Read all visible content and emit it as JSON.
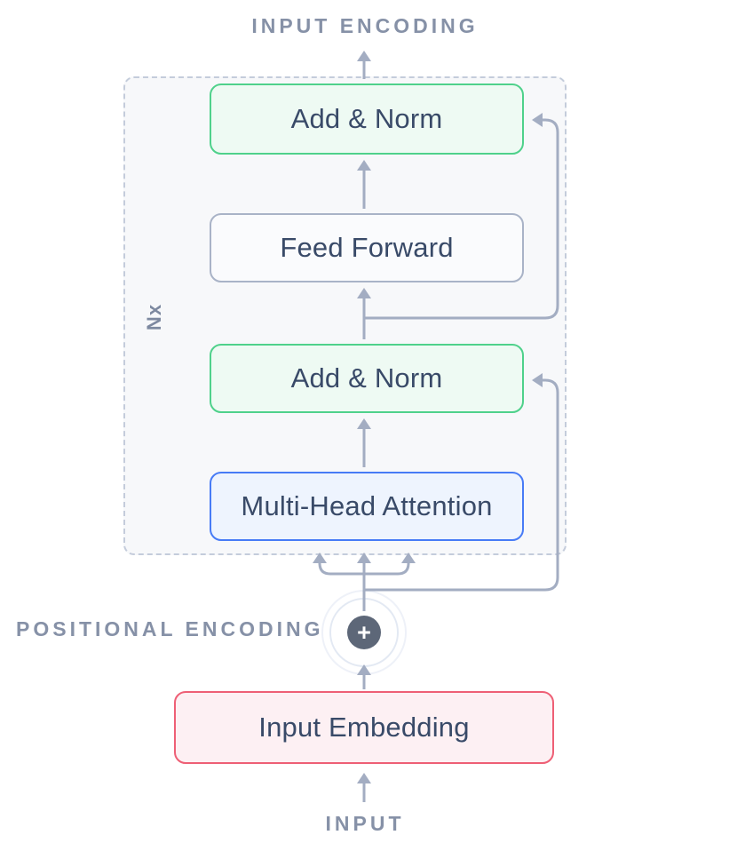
{
  "diagram": {
    "top_label": "INPUT ENCODING",
    "bottom_label": "INPUT",
    "positional_label": "POSITIONAL ENCODING",
    "repeat_label": "Nx",
    "plus_symbol": "+",
    "blocks": {
      "add_norm_top": "Add & Norm",
      "feed_forward": "Feed Forward",
      "add_norm_mid": "Add & Norm",
      "multi_head_attention": "Multi-Head Attention",
      "input_embedding": "Input Embedding"
    }
  },
  "colors": {
    "green_border": "#4fd18b",
    "green_fill": "#eefaf3",
    "blue_border": "#477bf6",
    "blue_fill": "#eef4fe",
    "neutral_border": "#a9b3c7",
    "neutral_fill": "#fafbfd",
    "pink_border": "#ee5f75",
    "pink_fill": "#fdf0f3",
    "connector": "#a3adc2",
    "dashed_border": "#c4ccdb",
    "encoder_bg": "#f7f8fa",
    "block_text": "#394a68",
    "label_text": "#8691a7",
    "nx_text": "#7d89a0",
    "plus_bg": "#5d6778",
    "plus_fg": "#ffffff"
  }
}
